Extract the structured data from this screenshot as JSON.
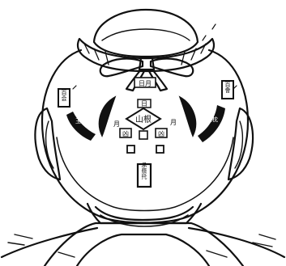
{
  "diagram": {
    "labels": {
      "top_center": "日月",
      "left_upper": "百会",
      "right_upper": "百會",
      "left_mid": "玉枕",
      "right_mid": "玉枕",
      "left_crescent": "月",
      "right_crescent": "月",
      "center_small": "日",
      "center_diamond": "山根",
      "center_left_box": "凶",
      "center_right_box": "凶",
      "bottom_center": "承漿托"
    }
  }
}
